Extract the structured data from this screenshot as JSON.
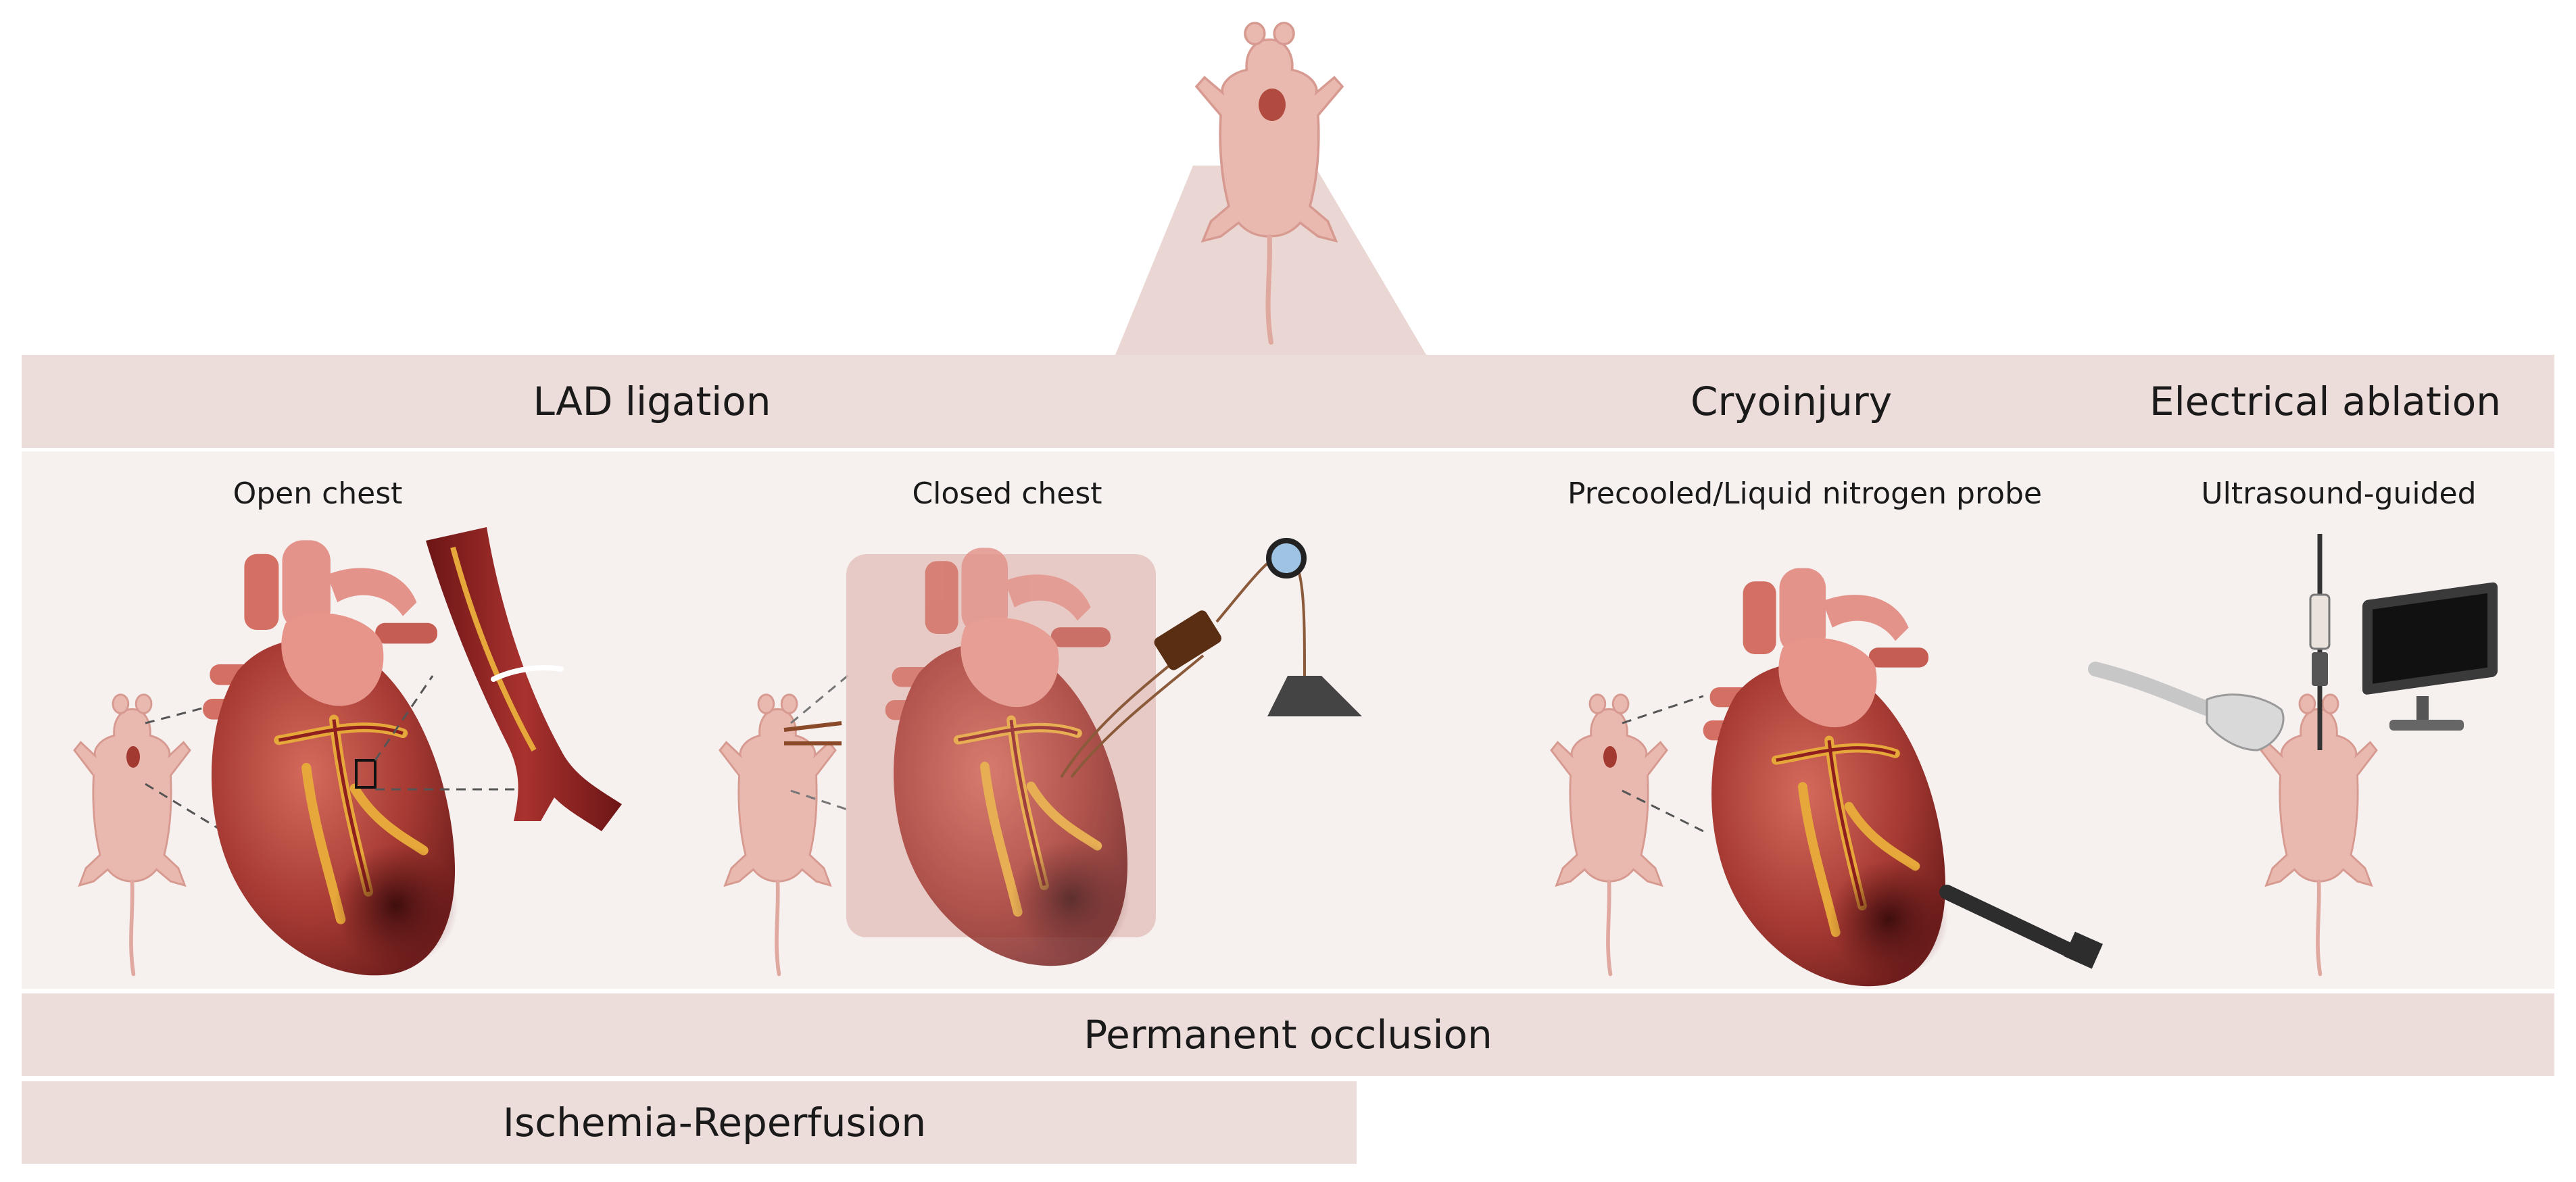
{
  "categories": {
    "lad": "LAD ligation",
    "cryo": "Cryoinjury",
    "electrical": "Electrical ablation"
  },
  "methods": {
    "open_chest": "Open chest",
    "closed_chest": "Closed chest",
    "probe": "Precooled/Liquid nitrogen probe",
    "ultrasound": "Ultrasound-guided"
  },
  "outcomes": {
    "permanent": "Permanent occlusion",
    "ischemia": "Ischemia-Reperfusion"
  },
  "colors": {
    "band": "#ecdcda",
    "panel": "#f6f0ef",
    "mouse": "#e9b9b0",
    "heart_dark": "#9a2e2a",
    "heart_light": "#d86a5c",
    "vessel": "#8f1f1f",
    "fat": "#e7a83b"
  }
}
